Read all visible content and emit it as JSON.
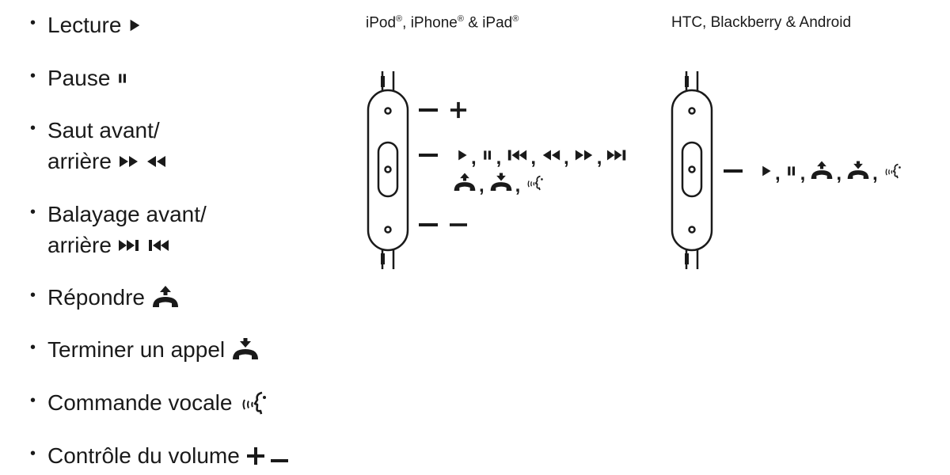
{
  "legend": {
    "items": [
      {
        "lines": [
          "Lecture"
        ]
      },
      {
        "lines": [
          "Pause"
        ]
      },
      {
        "lines": [
          "Saut avant/",
          "arrière"
        ]
      },
      {
        "lines": [
          "Balayage avant/",
          "arrière"
        ]
      },
      {
        "lines": [
          "Répondre"
        ]
      },
      {
        "lines": [
          "Terminer un appel"
        ]
      },
      {
        "lines": [
          "Commande vocale"
        ]
      },
      {
        "lines": [
          "Contrôle du volume"
        ]
      }
    ],
    "bullet": "•"
  },
  "devices": [
    {
      "title_parts": [
        "iPod",
        "®",
        ", iPhone",
        "®",
        " & iPad",
        "®"
      ],
      "plus": "+",
      "minus": "–"
    },
    {
      "title": "HTC, Blackberry & Android"
    }
  ],
  "punctuation": {
    "comma": ","
  },
  "colors": {
    "ink": "#1a1a1a",
    "background": "#ffffff"
  },
  "icons": [
    "play-icon",
    "pause-icon",
    "fast-forward-icon",
    "rewind-icon",
    "skip-next-icon",
    "skip-previous-icon",
    "answer-call-icon",
    "end-call-icon",
    "voice-command-icon",
    "volume-plus-icon",
    "volume-minus-icon"
  ]
}
